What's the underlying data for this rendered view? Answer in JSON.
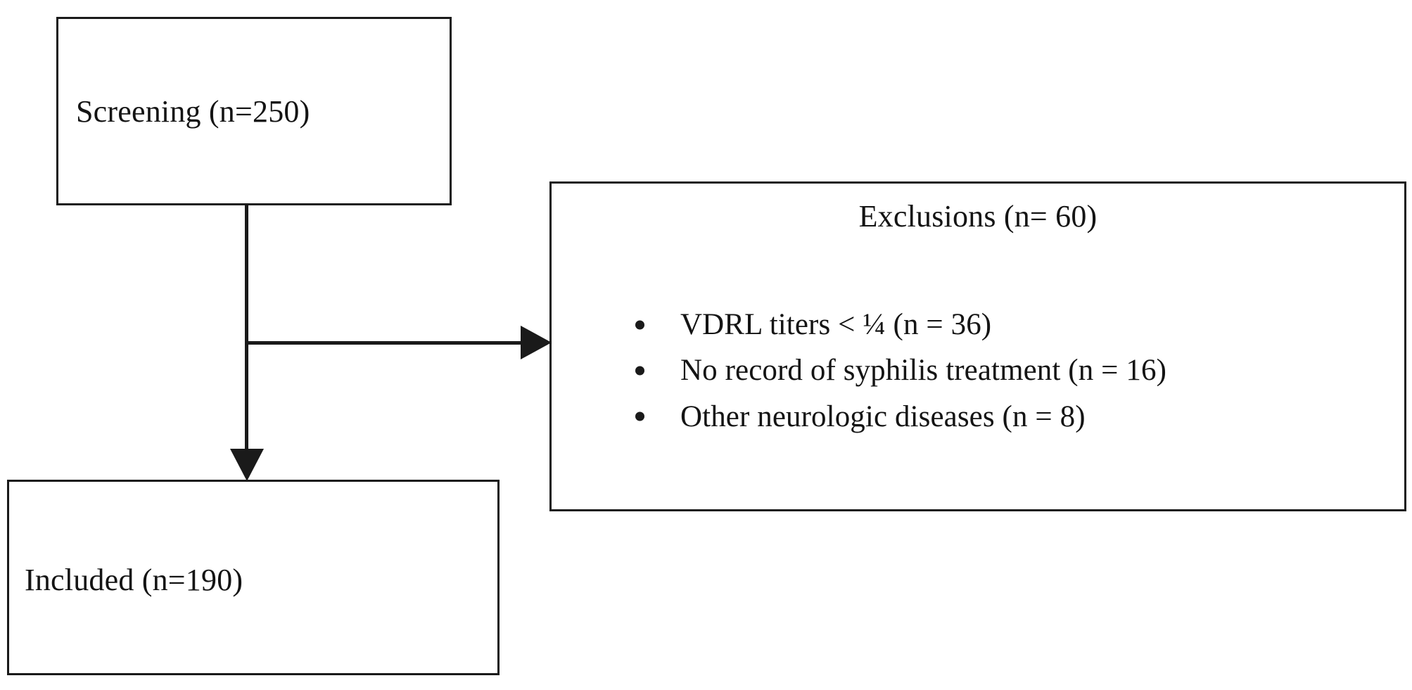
{
  "diagram": {
    "type": "study-flow-diagram",
    "background_color": "#ffffff",
    "line_color": "#1a1a1a",
    "text_color": "#141414",
    "nodes": {
      "screening": {
        "label": "Screening (n=250)",
        "n": 250
      },
      "included": {
        "label": "Included (n=190)",
        "n": 190
      },
      "exclusions": {
        "title": "Exclusions (n= 60)",
        "n": 60,
        "items": [
          {
            "label": "VDRL titers < ¼ (n = 36)",
            "n": 36
          },
          {
            "label": "No record of syphilis treatment (n = 16)",
            "n": 16
          },
          {
            "label": "Other neurologic diseases (n = 8)",
            "n": 8
          }
        ]
      }
    },
    "connectors": [
      {
        "name": "screening-to-included",
        "from": "screening",
        "to": "included",
        "direction": "down",
        "arrowhead": true
      },
      {
        "name": "screening-to-exclusions",
        "from": "screening",
        "to": "exclusions",
        "direction": "right",
        "arrowhead": true
      }
    ]
  }
}
